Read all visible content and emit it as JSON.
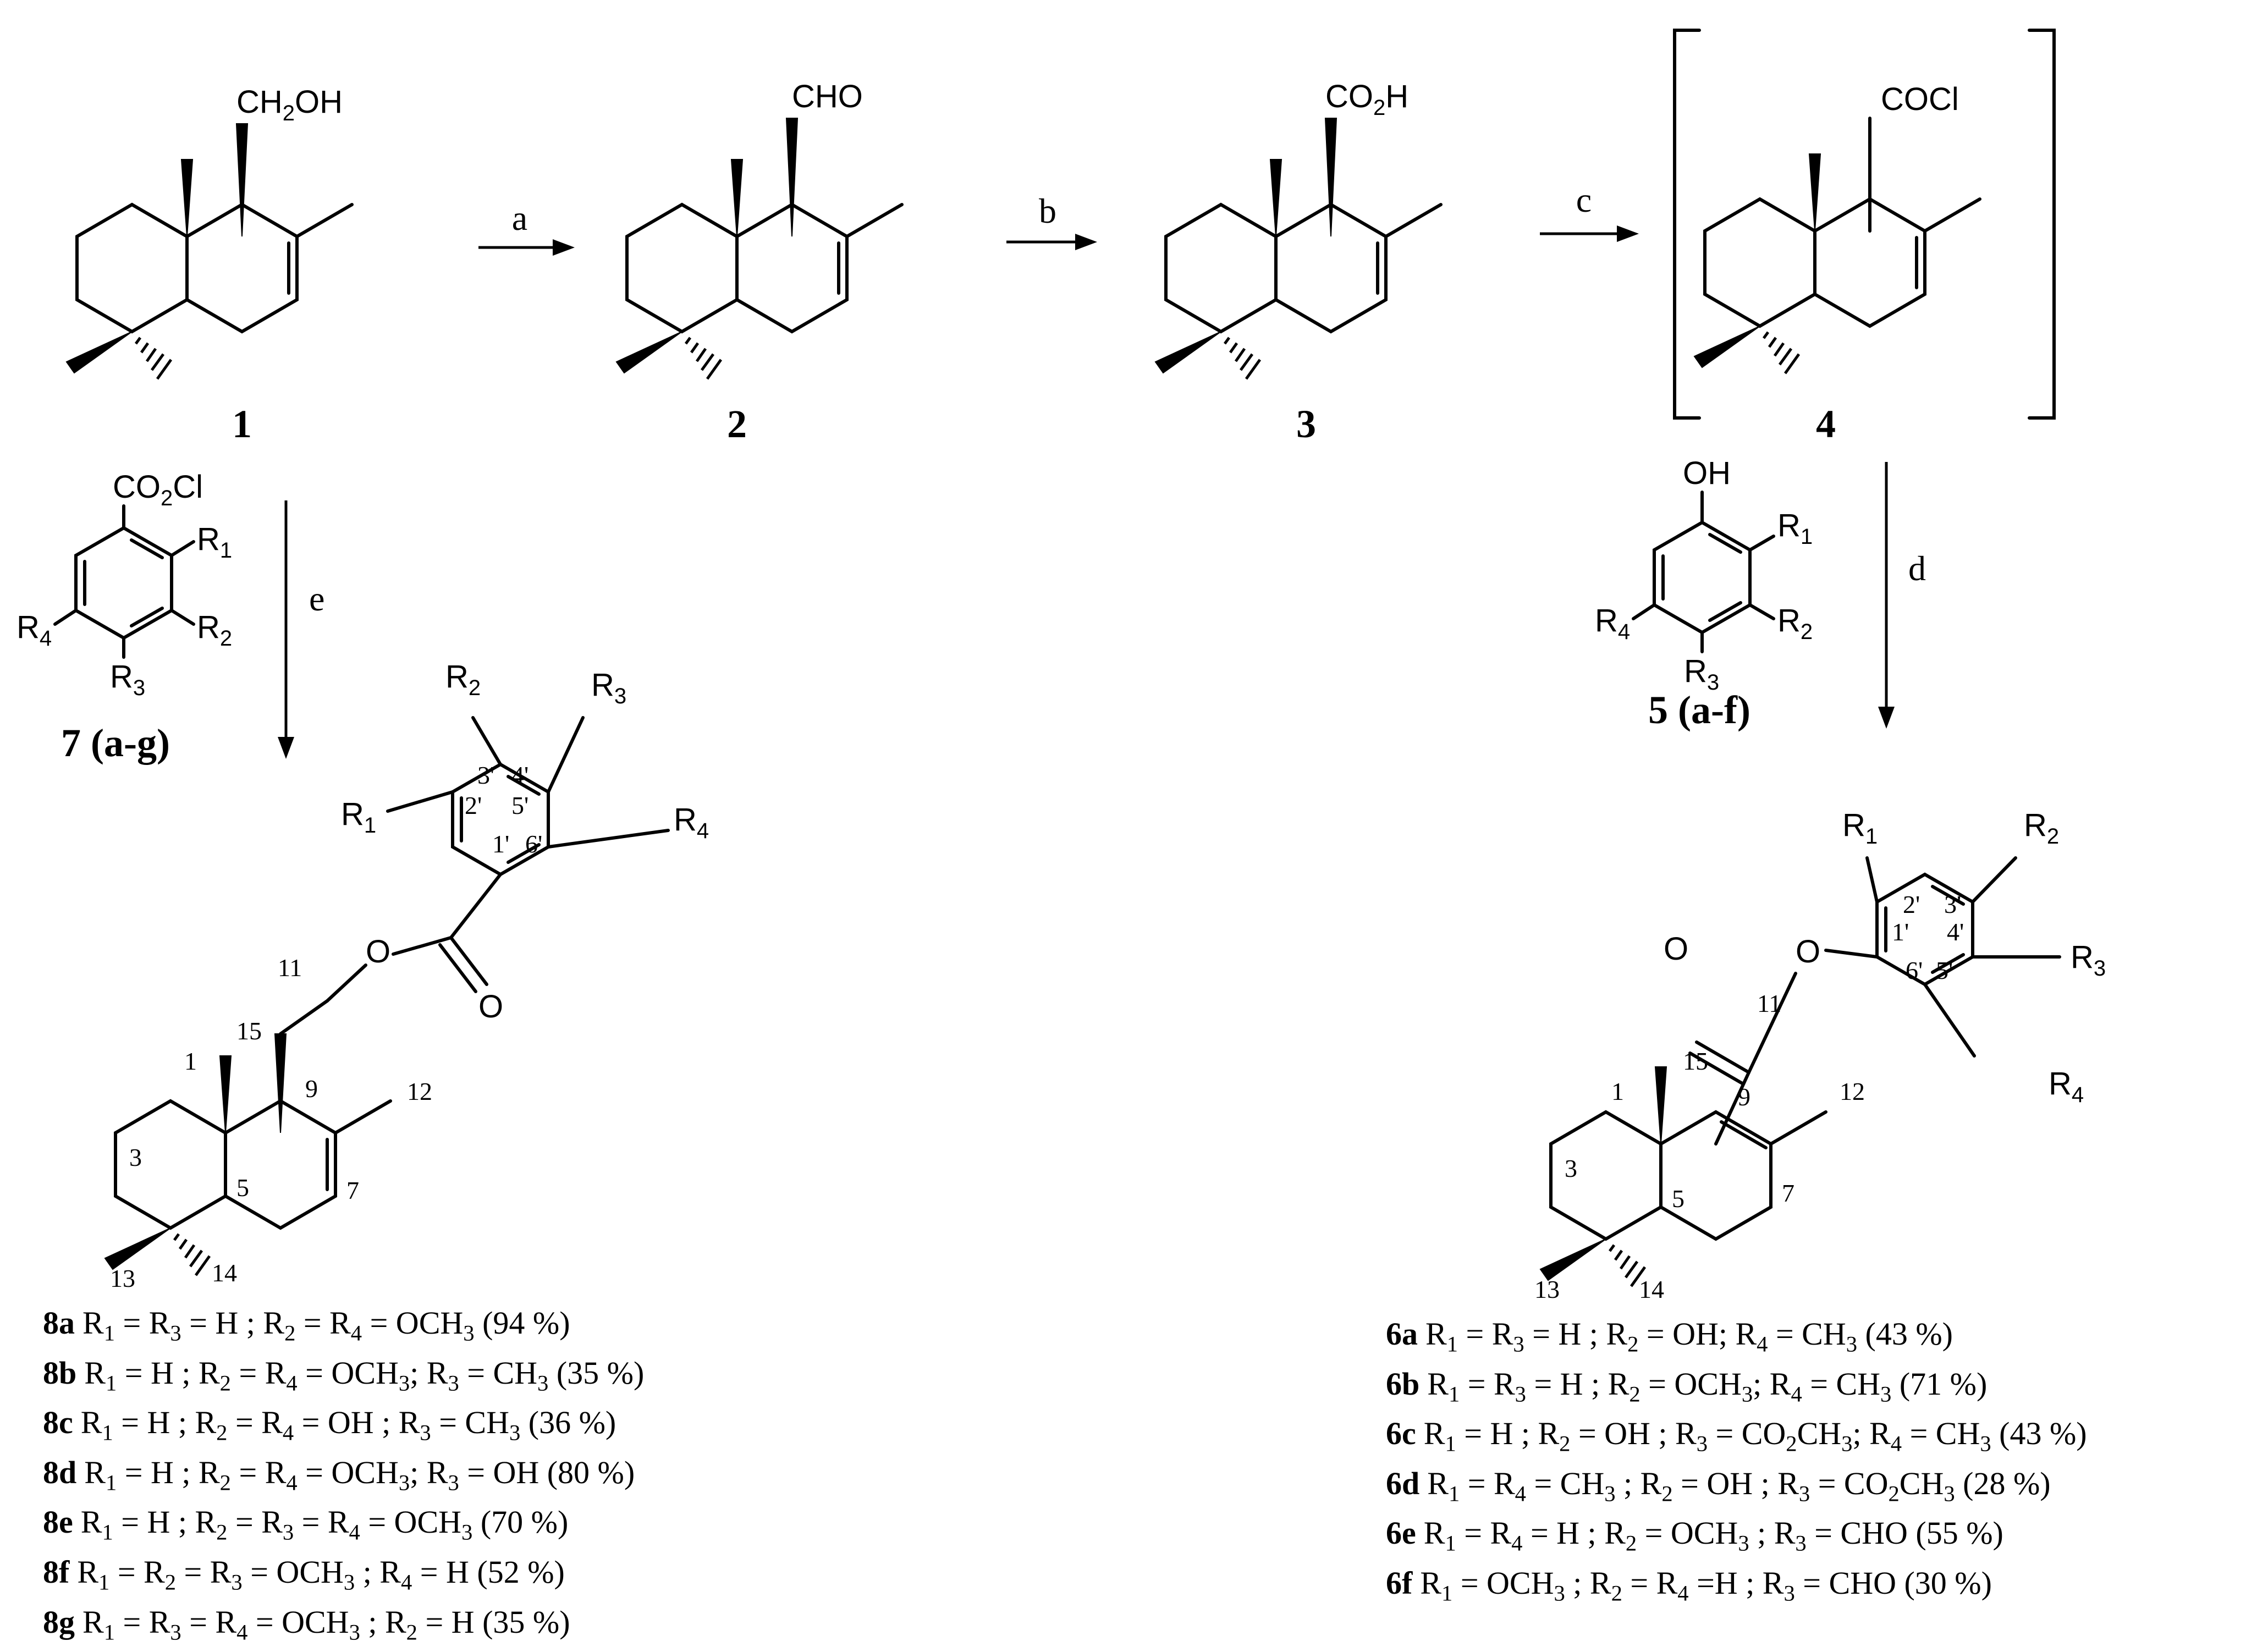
{
  "compounds": {
    "c1": {
      "label": "1",
      "group_parts": [
        "CH",
        "2",
        "OH"
      ]
    },
    "c2": {
      "label": "2",
      "group_parts": [
        "CHO"
      ]
    },
    "c3": {
      "label": "3",
      "group_parts": [
        "CO",
        "2",
        "H"
      ]
    },
    "c4": {
      "label": "4",
      "group_parts": [
        "COCl"
      ]
    },
    "c5": {
      "label": "5 (a-f)",
      "oh": "OH",
      "r1": [
        "R",
        "1"
      ],
      "r2": [
        "R",
        "2"
      ],
      "r3": [
        "R",
        "3"
      ],
      "r4": [
        "R",
        "4"
      ]
    },
    "c7": {
      "label": "7 (a-g)",
      "group_parts": [
        "CO",
        "2",
        "Cl"
      ],
      "r1": [
        "R",
        "1"
      ],
      "r2": [
        "R",
        "2"
      ],
      "r3": [
        "R",
        "3"
      ],
      "r4": [
        "R",
        "4"
      ]
    }
  },
  "arrows": {
    "a": "a",
    "b": "b",
    "c": "c",
    "d": "d",
    "e": "e"
  },
  "product8": {
    "r1": [
      "R",
      "1"
    ],
    "r2": [
      "R",
      "2"
    ],
    "r3": [
      "R",
      "3"
    ],
    "r4": [
      "R",
      "4"
    ],
    "o_ester": "O",
    "o_carbonyl": "O",
    "ring_numbers": [
      "1'",
      "2'",
      "3'",
      "4'",
      "5'",
      "6'"
    ],
    "core_numbers": {
      "n1": "1",
      "n3": "3",
      "n5": "5",
      "n7": "7",
      "n9": "9",
      "n11": "11",
      "n12": "12",
      "n13": "13",
      "n14": "14",
      "n15": "15"
    }
  },
  "product6": {
    "r1": [
      "R",
      "1"
    ],
    "r2": [
      "R",
      "2"
    ],
    "r3": [
      "R",
      "3"
    ],
    "r4": [
      "R",
      "4"
    ],
    "o_ester": "O",
    "o_carbonyl": "O",
    "ring_numbers": [
      "1'",
      "2'",
      "3'",
      "4'",
      "5'",
      "6'"
    ],
    "core_numbers": {
      "n1": "1",
      "n3": "3",
      "n5": "5",
      "n7": "7",
      "n9": "9",
      "n11": "11",
      "n12": "12",
      "n13": "13",
      "n14": "14",
      "n15": "15"
    }
  },
  "list8": [
    {
      "id": "8a",
      "parts": [
        "R",
        "1",
        " = R",
        "3",
        " = H ; R",
        "2",
        " = R",
        "4",
        " = OCH",
        "3",
        " (94 %)"
      ]
    },
    {
      "id": "8b",
      "parts": [
        "R",
        "1",
        " = H ; R",
        "2",
        " = R",
        "4",
        " = OCH",
        "3",
        "; R",
        "3",
        " = CH",
        "3",
        " (35 %)"
      ]
    },
    {
      "id": "8c",
      "parts": [
        "R",
        "1",
        " = H ; R",
        "2",
        " = R",
        "4",
        " = OH ; R",
        "3",
        " = CH",
        "3",
        " (36 %)"
      ]
    },
    {
      "id": "8d",
      "parts": [
        "R",
        "1",
        " = H ; R",
        "2",
        " = R",
        "4",
        " = OCH",
        "3",
        "; R",
        "3",
        " = OH  (80 %)"
      ]
    },
    {
      "id": "8e",
      "parts": [
        "R",
        "1",
        " = H ; R",
        "2",
        " =  R",
        "3",
        " = R",
        "4",
        " = OCH",
        "3",
        " (70 %)"
      ]
    },
    {
      "id": "8f",
      "parts": [
        "R",
        "1",
        " = R",
        "2",
        " =  R",
        "3",
        " = OCH",
        "3",
        " ; R",
        "4",
        " = H (52 %)"
      ]
    },
    {
      "id": "8g",
      "parts": [
        "R",
        "1",
        " = R",
        "3",
        " = R",
        "4",
        " = OCH",
        "3",
        " ; R",
        "2",
        " = H (35 %)"
      ]
    }
  ],
  "list6": [
    {
      "id": "6a",
      "parts": [
        "R",
        "1",
        " = R",
        "3",
        " = H ; R",
        "2",
        " = OH; R",
        "4",
        " = CH",
        "3",
        " (43 %)"
      ]
    },
    {
      "id": "6b",
      "parts": [
        "R",
        "1",
        " = R",
        "3",
        " = H ; R",
        "2",
        " = OCH",
        "3",
        "; R",
        "4",
        " = CH",
        "3",
        " (71 %)"
      ]
    },
    {
      "id": "6c",
      "parts": [
        "R",
        "1",
        " = H ; R",
        "2",
        " = OH ; R",
        "3",
        " = CO",
        "2",
        "CH",
        "3",
        "; R",
        "4",
        " = CH",
        "3",
        " (43 %)"
      ]
    },
    {
      "id": "6d",
      "parts": [
        "R",
        "1",
        " = R",
        "4",
        " = CH",
        "3",
        " ; R",
        "2",
        " = OH ; R",
        "3",
        " =  CO",
        "2",
        "CH",
        "3",
        " (28 %)"
      ]
    },
    {
      "id": "6e",
      "parts": [
        "R",
        "1",
        " = R",
        "4",
        " = H ; R",
        "2",
        " = OCH",
        "3",
        " ; R",
        "3",
        " = CHO (55 %)"
      ]
    },
    {
      "id": "6f",
      "parts": [
        "R",
        "1",
        " = OCH",
        "3",
        " ; R",
        "2",
        " = R",
        "4",
        " =H ; R",
        "3",
        " = CHO (30 %)"
      ]
    }
  ]
}
